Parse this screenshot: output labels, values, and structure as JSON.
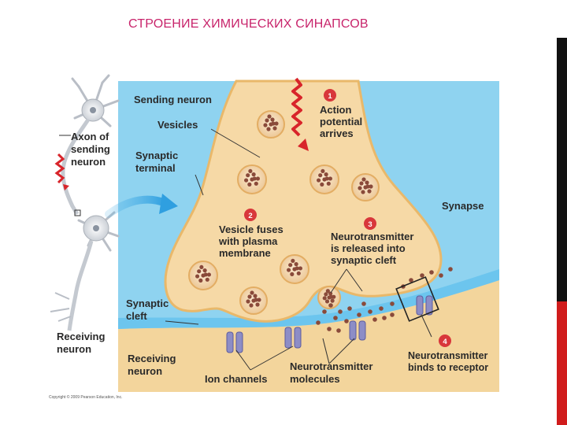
{
  "title": "СТРОЕНИЕ ХИМИЧЕСКИХ СИНАПСОВ",
  "colors": {
    "title": "#c8246b",
    "background_blue": "#8fd3f0",
    "terminal": "#f6d9a6",
    "terminal_outline": "#e9b86a",
    "cleft_blue": "#6cc5ee",
    "receiving": "#f3d59c",
    "step_badge": "#d8373b",
    "receptor": "#8d8dc6",
    "signal_red": "#d8242a"
  },
  "icons": [
    "neuron-cell-icon",
    "action-potential-icon",
    "vesicle-icon",
    "receptor-icon",
    "ion-channel-icon",
    "arrow-icon"
  ],
  "labels": {
    "axon_of_sending_neuron": [
      "Axon of",
      "sending",
      "neuron"
    ],
    "receiving_neuron_left": [
      "Receiving",
      "neuron"
    ],
    "sending_neuron": "Sending neuron",
    "vesicles": "Vesicles",
    "synaptic_terminal": [
      "Synaptic",
      "terminal"
    ],
    "synapse": "Synapse",
    "synaptic_cleft": [
      "Synaptic",
      "cleft"
    ],
    "receiving_neuron": [
      "Receiving",
      "neuron"
    ],
    "ion_channels": "Ion channels",
    "neurotransmitter_molecules": [
      "Neurotransmitter",
      "molecules"
    ]
  },
  "steps": [
    {
      "number": "1",
      "text": [
        "Action",
        "potential",
        "arrives"
      ]
    },
    {
      "number": "2",
      "text": [
        "Vesicle fuses",
        "with plasma",
        "membrane"
      ]
    },
    {
      "number": "3",
      "text": [
        "Neurotransmitter",
        "is released into",
        "synaptic cleft"
      ]
    },
    {
      "number": "4",
      "text": [
        "Neurotransmitter",
        "binds to receptor"
      ]
    }
  ],
  "copyright": "Copyright © 2009 Pearson Education, Inc."
}
